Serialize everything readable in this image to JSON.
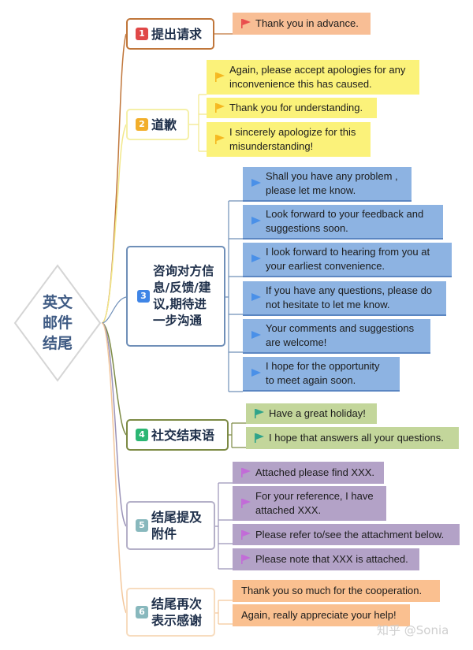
{
  "root": {
    "label": "英文\n邮件\n结尾"
  },
  "colors": {
    "branch1": "#c0763a",
    "branch2": "#f2e88a",
    "branch3": "#6f8fb8",
    "branch4": "#7c8a44",
    "branch5": "#9b93b8",
    "branch6": "#f3c79b",
    "leaf1_bg": "#f8be95",
    "leaf2_bg": "#fbf27a",
    "leaf3_bg": "#8db3e2",
    "leaf4_bg": "#c3d69b",
    "leaf5_bg": "#b3a2c7",
    "leaf6_bg": "#fac090",
    "flag_red": "#e94d4d",
    "flag_yellow": "#f5b820",
    "flag_blue": "#4a90e8",
    "flag_teal": "#2fa38a",
    "flag_purple": "#c26bd8"
  },
  "topics": [
    {
      "number": "1",
      "label": "提出请求",
      "badge_color": "#e04848",
      "leaves": [
        "Thank you in advance."
      ]
    },
    {
      "number": "2",
      "label": "道歉",
      "badge_color": "#f2ae2a",
      "leaves": [
        "Again, please accept apologies for any\ninconvenience this has caused.",
        "Thank you for understanding.",
        "I sincerely apologize for this\nmisunderstanding!"
      ]
    },
    {
      "number": "3",
      "label": "咨询对方信\n息/反馈/建\n议,期待进\n一步沟通",
      "badge_color": "#3f85e6",
      "leaves": [
        "Shall you have any problem ,\nplease let me know.",
        "Look forward to your feedback and\nsuggestions soon.",
        "I look forward to hearing from you at\nyour earliest convenience.",
        "If you have any questions, please do\nnot hesitate to let me know.",
        "Your comments and suggestions\nare welcome!",
        "I hope for the opportunity\nto meet again soon."
      ]
    },
    {
      "number": "4",
      "label": "社交结束语",
      "badge_color": "#2bb673",
      "leaves": [
        "Have a great holiday!",
        "I hope that answers all your questions."
      ]
    },
    {
      "number": "5",
      "label": "结尾提及\n附件",
      "badge_color": "#88b8bd",
      "leaves": [
        "Attached please find XXX.",
        "For your reference, I have\nattached XXX.",
        "Please refer to/see the attachment below.",
        "Please note that XXX is attached."
      ]
    },
    {
      "number": "6",
      "label": "结尾再次\n表示感谢",
      "badge_color": "#88b8bd",
      "leaves": [
        "Thank you so much for the cooperation.",
        "Again, really appreciate your help!"
      ]
    }
  ],
  "watermark": "知乎 @Sonia"
}
